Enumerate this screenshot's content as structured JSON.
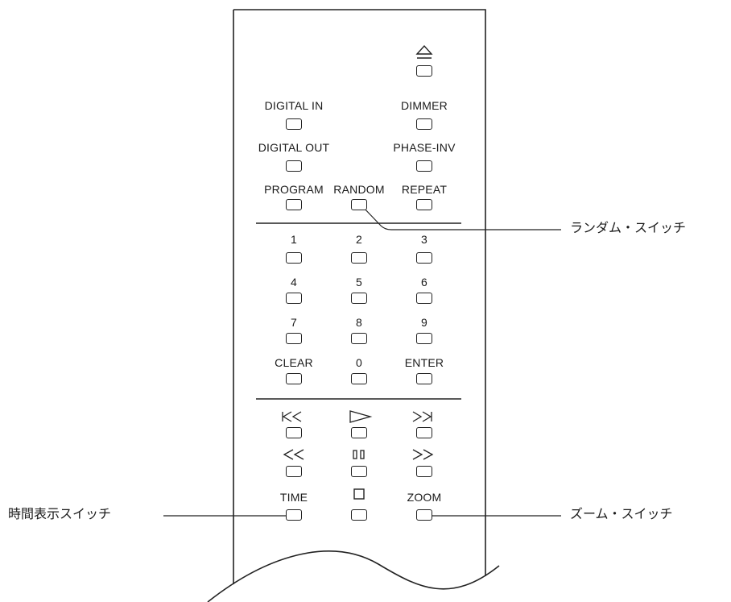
{
  "remote": {
    "buttons": [
      {
        "id": "eject",
        "label": "",
        "icon": "eject-icon"
      },
      {
        "id": "digital-in",
        "label": "DIGITAL IN"
      },
      {
        "id": "dimmer",
        "label": "DIMMER"
      },
      {
        "id": "digital-out",
        "label": "DIGITAL OUT"
      },
      {
        "id": "phase-inv",
        "label": "PHASE-INV"
      },
      {
        "id": "program",
        "label": "PROGRAM"
      },
      {
        "id": "random",
        "label": "RANDOM"
      },
      {
        "id": "repeat",
        "label": "REPEAT"
      },
      {
        "id": "num-1",
        "label": "1"
      },
      {
        "id": "num-2",
        "label": "2"
      },
      {
        "id": "num-3",
        "label": "3"
      },
      {
        "id": "num-4",
        "label": "4"
      },
      {
        "id": "num-5",
        "label": "5"
      },
      {
        "id": "num-6",
        "label": "6"
      },
      {
        "id": "num-7",
        "label": "7"
      },
      {
        "id": "num-8",
        "label": "8"
      },
      {
        "id": "num-9",
        "label": "9"
      },
      {
        "id": "clear",
        "label": "CLEAR"
      },
      {
        "id": "num-0",
        "label": "0"
      },
      {
        "id": "enter",
        "label": "ENTER"
      },
      {
        "id": "skip-back",
        "label": "",
        "icon": "skip-back-icon"
      },
      {
        "id": "play",
        "label": "",
        "icon": "play-icon"
      },
      {
        "id": "skip-forward",
        "label": "",
        "icon": "skip-forward-icon"
      },
      {
        "id": "rewind",
        "label": "",
        "icon": "rewind-icon"
      },
      {
        "id": "pause",
        "label": "",
        "icon": "pause-icon"
      },
      {
        "id": "fast-forward",
        "label": "",
        "icon": "fast-forward-icon"
      },
      {
        "id": "time",
        "label": "TIME"
      },
      {
        "id": "stop",
        "label": "",
        "icon": "stop-icon"
      },
      {
        "id": "zoom",
        "label": "ZOOM"
      }
    ]
  },
  "callouts": {
    "random": "ランダム・スイッチ",
    "time": "時間表示スイッチ",
    "zoom": "ズーム・スイッチ"
  },
  "colors": {
    "stroke": "#222222",
    "text": "#1a1a1a",
    "background": "#ffffff"
  }
}
